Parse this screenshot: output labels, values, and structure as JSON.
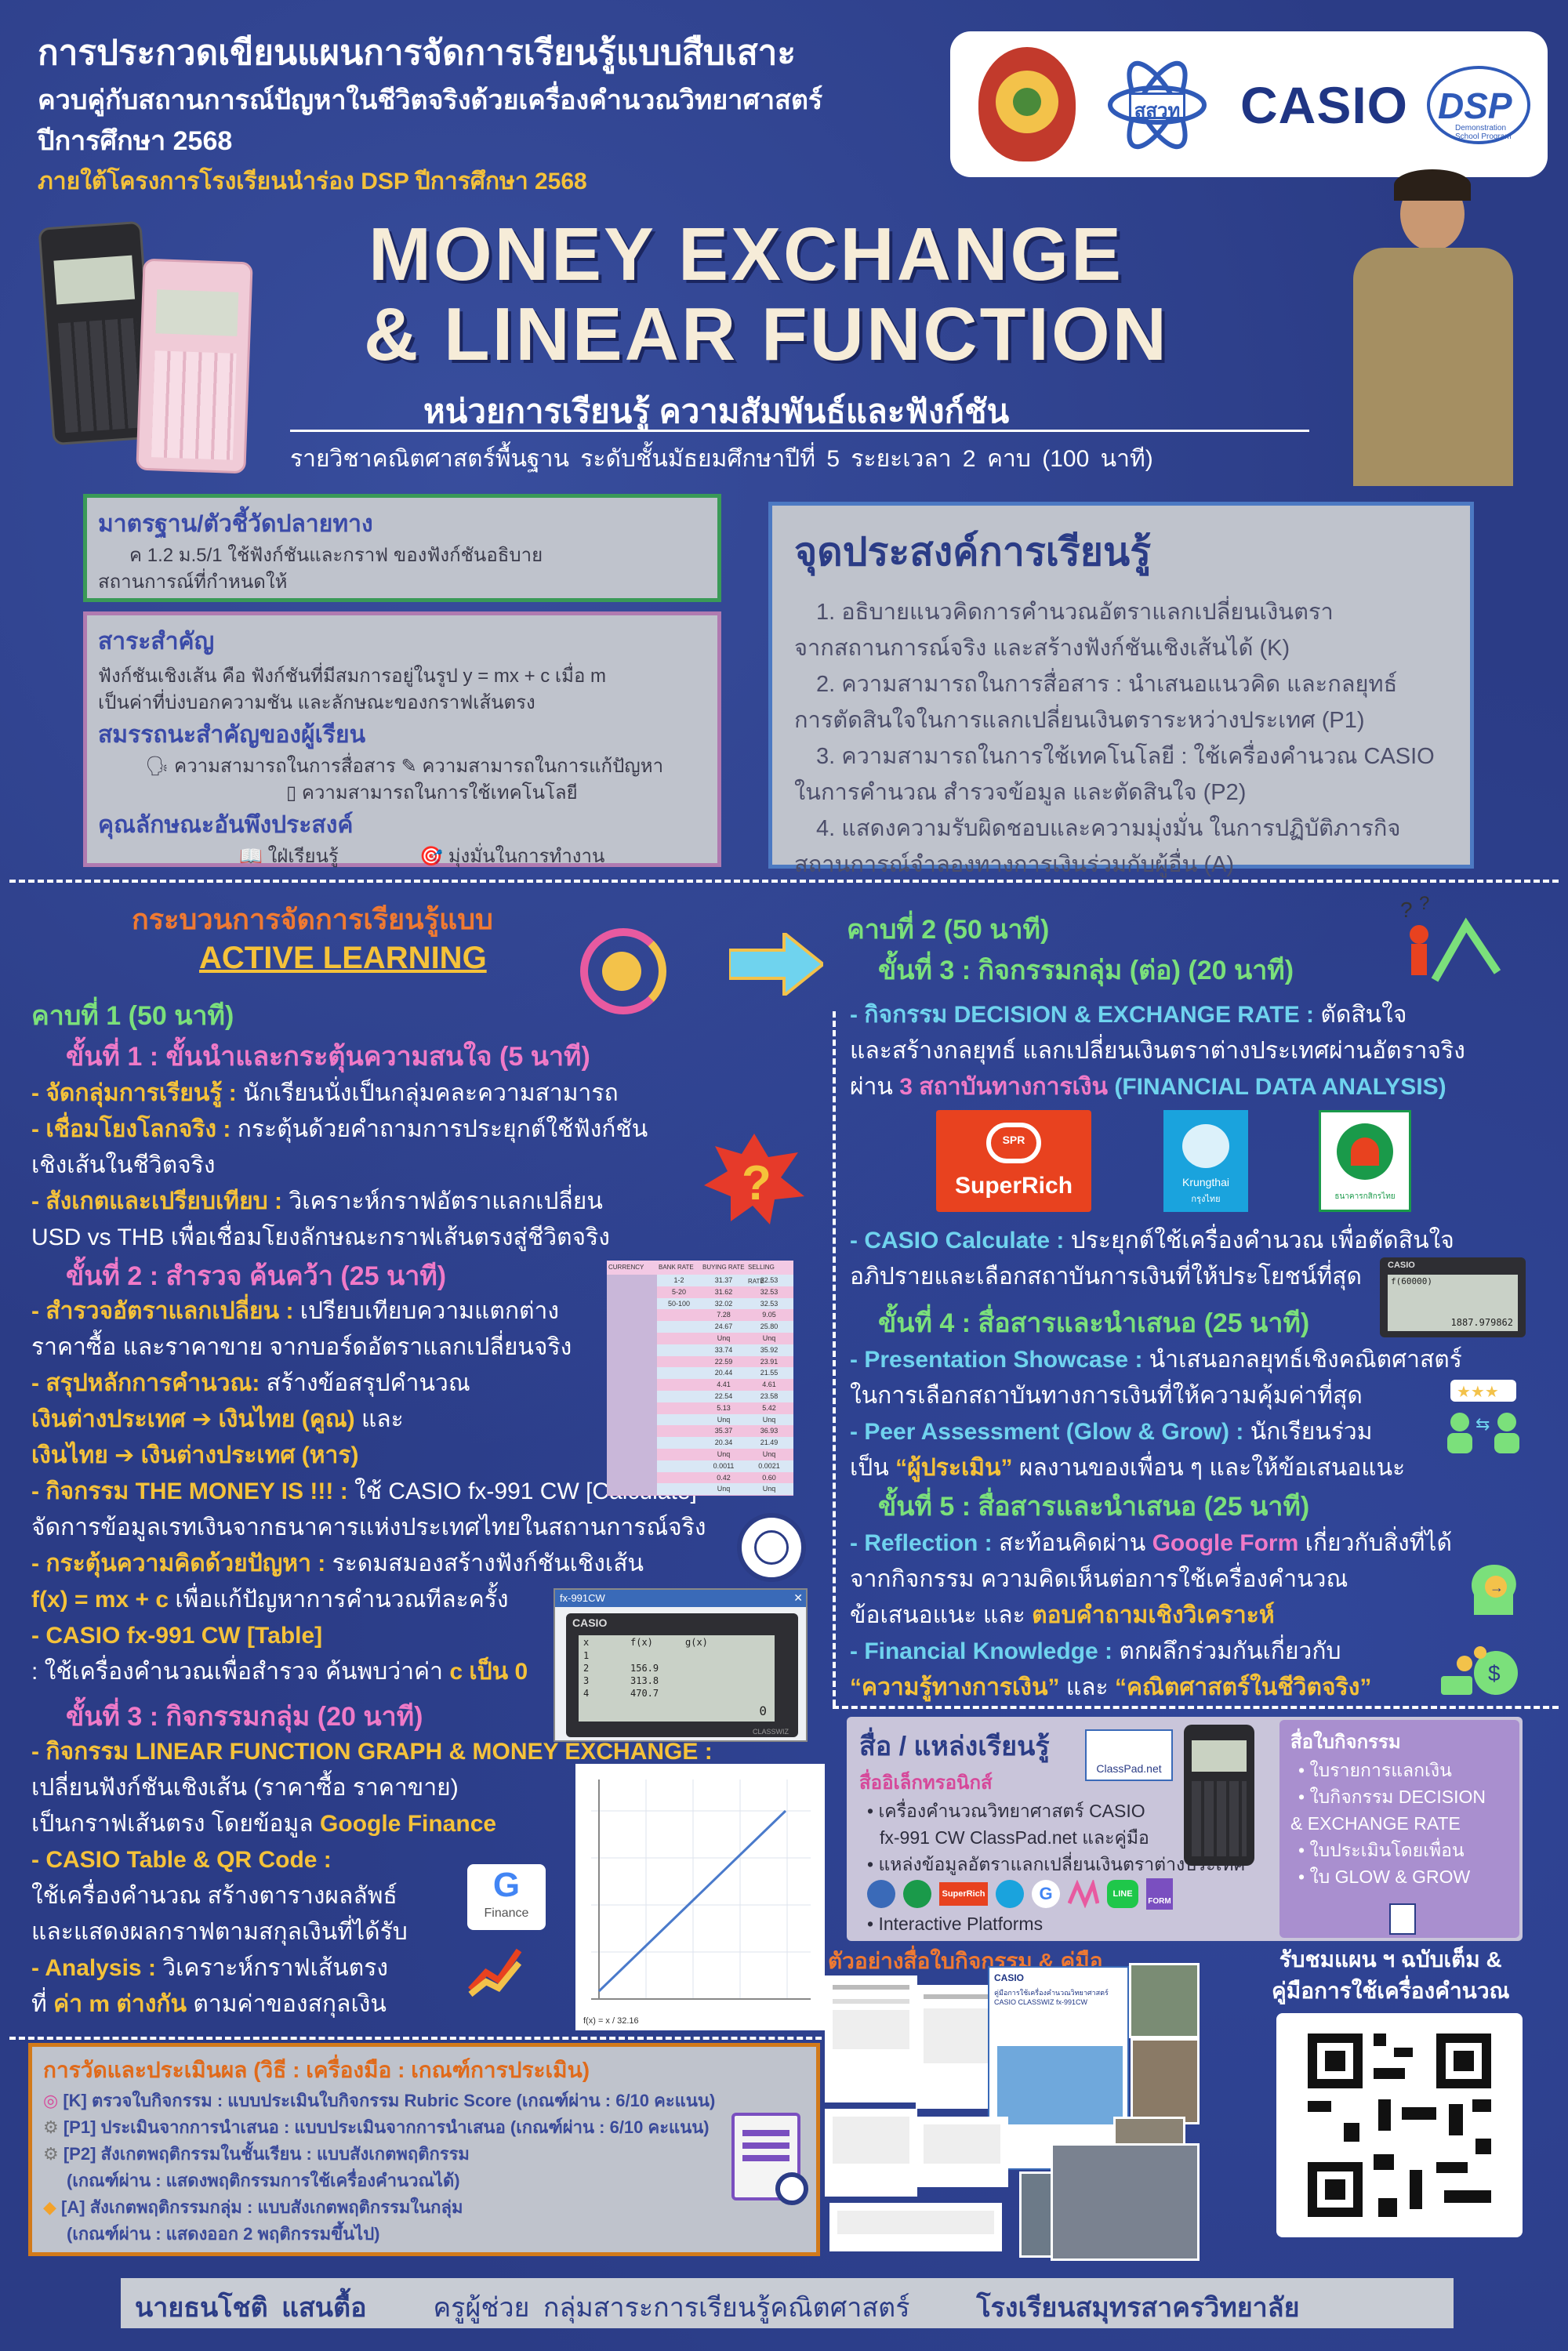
{
  "header": {
    "line1": "การประกวดเขียนแผนการจัดการเรียนรู้แบบสืบเสาะ",
    "line2": "ควบคู่กับสถานการณ์ปัญหาในชีวิตจริงด้วยเครื่องคำนวณวิทยาศาสตร์",
    "line3": "ปีการศึกษา 2568",
    "line4": "ภายใต้โครงการโรงเรียนนำร่อง DSP ปีการศึกษา 2568"
  },
  "logos": {
    "ipst": "สสวท",
    "casio": "CASIO",
    "dsp": "DSP",
    "dsp_tag": "Demonstration School Program"
  },
  "title": {
    "line1": "MONEY EXCHANGE",
    "line2": "& LINEAR FUNCTION",
    "subtitle": "หน่วยการเรียนรู้ ความสัมพันธ์และฟังก์ชัน",
    "meta": "รายวิชาคณิตศาสตร์พื้นฐาน ระดับชั้นมัธยมศึกษาปีที่ 5 ระยะเวลา 2 คาบ (100 นาที)"
  },
  "standards": {
    "title": "มาตรฐาน/ตัวชี้วัดปลายทาง",
    "line1": "ค 1.2 ม.5/1 ใช้ฟังก์ชันและกราฟ ของฟังก์ชันอธิบาย",
    "line2": "สถานการณ์ที่กำหนดให้"
  },
  "important": {
    "title": "สาระสำคัญ",
    "line1": "ฟังก์ชันเชิงเส้น คือ ฟังก์ชันที่มีสมการอยู่ในรูป y = mx + c เมื่อ m",
    "line2": "เป็นค่าที่บ่งบอกความชัน และลักษณะของกราฟเส้นตรง",
    "competency_title": "สมรรถนะสำคัญของผู้เรียน",
    "comp1": "ความสามารถในการสื่อสาร",
    "comp2": "ความสามารถในการแก้ปัญหา",
    "comp3": "ความสามารถในการใช้เทคโนโลยี",
    "attr_title": "คุณลักษณะอันพึงประสงค์",
    "attr1": "ใฝ่เรียนรู้",
    "attr2": "มุ่งมั่นในการทำงาน"
  },
  "objectives": {
    "title": "จุดประสงค์การเรียนรู้",
    "o1a": "1. อธิบายแนวคิดการคำนวณอัตราแลกเปลี่ยนเงินตรา",
    "o1b": "จากสถานการณ์จริง และสร้างฟังก์ชันเชิงเส้นได้ (K)",
    "o2a": "2. ความสามารถในการสื่อสาร : นำเสนอแนวคิด และกลยุทธ์",
    "o2b": "การตัดสินใจในการแลกเปลี่ยนเงินตราระหว่างประเทศ (P1)",
    "o3a": "3. ความสามารถในการใช้เทคโนโลยี : ใช้เครื่องคำนวณ CASIO",
    "o3b": "ในการคำนวณ สำรวจข้อมูล และตัดสินใจ (P2)",
    "o4a": "4. แสดงความรับผิดชอบและความมุ่งมั่น ในการปฏิบัติภารกิจ",
    "o4b": "สถานการณ์จำลองทางการเงินร่วมกับผู้อื่น (A)"
  },
  "process": {
    "title1": "กระบวนการจัดการเรียนรู้แบบ",
    "title2": "ACTIVE LEARNING",
    "period1": "คาบที่ 1 (50 นาที)",
    "step1": "ขั้นที่ 1 : ขั้นนำและกระตุ้นความสนใจ (5 นาที)",
    "s1a_k": "- จัดกลุ่มการเรียนรู้ :",
    "s1a_v": "นักเรียนนั่งเป็นกลุ่มคละความสามารถ",
    "s1b_k": "- เชื่อมโยงโลกจริง :",
    "s1b_v": "กระตุ้นด้วยคำถามการประยุกต์ใช้ฟังก์ชัน",
    "s1b_v2": "เชิงเส้นในชีวิตจริง",
    "s1c_k": "- สังเกตและเปรียบเทียบ :",
    "s1c_v": "วิเคราะห์กราฟอัตราแลกเปลี่ยน",
    "s1c_v2": "USD vs THB เพื่อเชื่อมโยงลักษณะกราฟเส้นตรงสู่ชีวิตจริง",
    "step2": "ขั้นที่ 2 : สำรวจ ค้นคว้า (25 นาที)",
    "s2a_k": "- สำรวจอัตราแลกเปลี่ยน :",
    "s2a_v": "เปรียบเทียบความแตกต่าง",
    "s2a_v2": "ราคาซื้อ และราคาขาย จากบอร์ดอัตราแลกเปลี่ยนจริง",
    "s2b_k": "- สรุปหลักการคำนวณ:",
    "s2b_v": "สร้างข้อสรุปคำนวณ",
    "s2b_v2": "เงินต่างประเทศ ➔ เงินไทย (คูณ)",
    "s2b_v2b": "และ",
    "s2b_v3": "เงินไทย ➔ เงินต่างประเทศ (หาร)",
    "s2c_k": "- กิจกรรม THE MONEY IS !!! :",
    "s2c_v": "ใช้ CASIO fx-991 CW [Calculate]",
    "s2c_v2": "จัดการข้อมูลเรทเงินจากธนาคารแห่งประเทศไทยในสถานการณ์จริง",
    "s2d_k": "- กระตุ้นความคิดด้วยปัญหา :",
    "s2d_v": "ระดมสมองสร้างฟังก์ชันเชิงเส้น",
    "s2d_v2a": "f(x) = mx + c",
    "s2d_v2b": "เพื่อแก้ปัญหาการคำนวณทีละครั้ง",
    "s2e_k": "- CASIO fx-991 CW [Table]",
    "s2e_v": ": ใช้เครื่องคำนวณเพื่อสำรวจ ค้นพบว่าค่า",
    "s2e_v2": "c เป็น 0",
    "step3": "ขั้นที่ 3 : กิจกรรมกลุ่ม (20 นาที)",
    "s3a_k": "- กิจกรรม LINEAR FUNCTION GRAPH & MONEY EXCHANGE :",
    "s3a_v": "เปลี่ยนฟังก์ชันเชิงเส้น (ราคาซื้อ ราคาขาย)",
    "s3a_v2a": "เป็นกราฟเส้นตรง โดยข้อมูล",
    "s3a_v2b": "Google Finance",
    "s3b_k": "- CASIO Table & QR Code :",
    "s3b_v": "ใช้เครื่องคำนวณ สร้างตารางผลลัพธ์",
    "s3b_v2": "และแสดงผลกราฟตามสกุลเงินที่ได้รับ",
    "s3c_k": "- Analysis :",
    "s3c_v": "วิเคราะห์กราฟเส้นตรง",
    "s3c_v2a": "ที่",
    "s3c_v2b": "ค่า m ต่างกัน",
    "s3c_v2c": "ตามค่าของสกุลเงิน",
    "google_finance": "Finance"
  },
  "rates_board": {
    "header": [
      "CURRENCY",
      "BANK RATE",
      "BUYING RATE",
      "SELLING RATE"
    ],
    "rows": [
      [
        "",
        "1-2",
        "31.37",
        "32.53"
      ],
      [
        "",
        "5-20",
        "31.62",
        "32.53"
      ],
      [
        "",
        "50-100",
        "32.02",
        "32.53"
      ],
      [
        "",
        "",
        "7.28",
        "9.05"
      ],
      [
        "",
        "",
        "24.67",
        "25.80"
      ],
      [
        "",
        "",
        "Unq",
        "Unq"
      ],
      [
        "",
        "",
        "33.74",
        "35.92"
      ],
      [
        "",
        "",
        "22.59",
        "23.91"
      ],
      [
        "",
        "",
        "20.44",
        "21.55"
      ],
      [
        "",
        "",
        "4.41",
        "4.61"
      ],
      [
        "",
        "",
        "22.54",
        "23.58"
      ],
      [
        "",
        "",
        "5.13",
        "5.42"
      ],
      [
        "",
        "",
        "Unq",
        "Unq"
      ],
      [
        "",
        "",
        "35.37",
        "36.93"
      ],
      [
        "",
        "",
        "20.34",
        "21.49"
      ],
      [
        "",
        "",
        "Unq",
        "Unq"
      ],
      [
        "",
        "",
        "0.0011",
        "0.0021"
      ],
      [
        "",
        "",
        "0.42",
        "0.60"
      ],
      [
        "",
        "",
        "Unq",
        "Unq"
      ]
    ]
  },
  "calc_screen": {
    "window": "fx-991CW",
    "brand": "CASIO",
    "col_x": "x",
    "col_f": "f(x)",
    "col_g": "g(x)",
    "rows": [
      [
        "1",
        "",
        ""
      ],
      [
        "2",
        "156.9",
        ""
      ],
      [
        "3",
        "313.8",
        ""
      ],
      [
        "4",
        "470.7",
        ""
      ]
    ],
    "result": "0",
    "model": "CLASSWIZ"
  },
  "graph": {
    "caption": "f(x) = x / 32.16"
  },
  "right": {
    "period2": "คาบที่ 2 (50 นาที)",
    "step3b": "ขั้นที่ 3 : กิจกรรมกลุ่ม (ต่อ) (20 นาที)",
    "r1_k": "- กิจกรรม DECISION & EXCHANGE RATE :",
    "r1_v": "ตัดสินใจ",
    "r1_v2": "และสร้างกลยุทธ์ แลกเปลี่ยนเงินตราต่างประเทศผ่านอัตราจริง",
    "r1_v3a": "ผ่าน",
    "r1_v3b": "3 สถาบันทางการเงิน",
    "r1_v3c": "(FINANCIAL DATA ANALYSIS)",
    "bank1": "SuperRich",
    "bank1_sub": "SPR",
    "bank2": "Krungthai",
    "bank2_sub": "กรุงไทย",
    "bank3": "ธนาคารกสิกรไทย",
    "r2_k": "- CASIO Calculate :",
    "r2_v": "ประยุกต์ใช้เครื่องคำนวณ เพื่อตัดสินใจ",
    "r2_v2": "อภิปรายและเลือกสถาบันการเงินที่ให้ประโยชน์ที่สุด",
    "calc2_line1": "f(60000)",
    "calc2_line2": "1887.979862",
    "step4": "ขั้นที่ 4 : สื่อสารและนำเสนอ (25 นาที)",
    "r3_k": "- Presentation Showcase :",
    "r3_v": "นำเสนอกลยุทธ์เชิงคณิตศาสตร์",
    "r3_v2": "ในการเลือกสถาบันทางการเงินที่ให้ความคุ้มค่าที่สุด",
    "r4_k": "- Peer Assessment (Glow & Grow) :",
    "r4_v": "นักเรียนร่วม",
    "r4_v2a": "เป็น",
    "r4_v2b": "“ผู้ประเมิน”",
    "r4_v2c": "ผลงานของเพื่อน ๆ และให้ข้อเสนอแนะ",
    "step5": "ขั้นที่ 5 : สื่อสารและนำเสนอ (25 นาที)",
    "r5_k": "- Reflection :",
    "r5_v": "สะท้อนคิดผ่าน",
    "r5_v_gf": "Google Form",
    "r5_v_end": "เกี่ยวกับสิ่งที่ได้",
    "r5_v2": "จากกิจกรรม ความคิดเห็นต่อการใช้เครื่องคำนวณ",
    "r5_v3a": "ข้อเสนอแนะ และ",
    "r5_v3b": "ตอบคำถามเชิงวิเคราะห์",
    "r6_k": "- Financial Knowledge :",
    "r6_v": "ตกผลึกร่วมกันเกี่ยวกับ",
    "r6_v2a": "“ความรู้ทางการเงิน”",
    "r6_v2b": "และ",
    "r6_v2c": "“คณิตศาสตร์ในชีวิตจริง”"
  },
  "media": {
    "title": "สื่อ / แหล่งเรียนรู้",
    "classpad": "ClassPad.net",
    "e_title": "สื่ออิเล็กทรอนิกส์",
    "e1": "• เครื่องคำนวณวิทยาศาสตร์ CASIO",
    "e1b": "fx-991 CW ClassPad.net และคู่มือ",
    "e2": "• แหล่งข้อมูลอัตราแลกเปลี่ยนเงินตราต่างประเทศ",
    "e3": "• Interactive Platforms",
    "sheet_title": "สื่อใบกิจกรรม",
    "sh1": "• ใบรายการแลกเงิน",
    "sh2": "• ใบกิจกรรม DECISION",
    "sh2b": "& EXCHANGE RATE",
    "sh3": "• ใบประเมินโดยเพื่อน",
    "sh4": "• ใบ GLOW & GROW",
    "line_label": "LINE",
    "form_label": "FORM",
    "spr_label": "SuperRich"
  },
  "examples": {
    "title": "ตัวอย่างสื่อใบกิจกรรม & คู่มือ",
    "doc_title": "คู่มือการใช้เครื่องคำนวณวิทยาศาสตร์ CASIO CLASSWIZ fx-991CW",
    "doc_brand": "CASIO"
  },
  "qr": {
    "title1": "รับชมแผน ฯ ฉบับเต็ม &",
    "title2": "คู่มือการใช้เครื่องคำนวณ"
  },
  "evaluation": {
    "title": "การวัดและประเมินผล (วิธี : เครื่องมือ : เกณฑ์การประเมิน)",
    "e1": "[K] ตรวจใบกิจกรรม : แบบประเมินใบกิจกรรม Rubric Score (เกณฑ์ผ่าน : 6/10 คะแนน)",
    "e2": "[P1] ประเมินจากการนำเสนอ : แบบประเมินจากการนำเสนอ (เกณฑ์ผ่าน : 6/10 คะแนน)",
    "e3": "[P2] สังเกตพฤติกรรมในชั้นเรียน : แบบสังเกตพฤติกรรม",
    "e3b": "(เกณฑ์ผ่าน : แสดงพฤติกรรมการใช้เครื่องคำนวณได้)",
    "e4": "[A] สังเกตพฤติกรรมกลุ่ม : แบบสังเกตพฤติกรรมในกลุ่ม",
    "e4b": "(เกณฑ์ผ่าน : แสดงออก 2 พฤติกรรมขึ้นไป)"
  },
  "footer": {
    "name": "นายธนโชติ แสนตื้อ",
    "role": "ครูผู้ช่วย กลุ่มสาระการเรียนรู้คณิตศาสตร์",
    "school": "โรงเรียนสมุทรสาครวิทยาลัย"
  },
  "colors": {
    "background": "#2b3c86",
    "accent_yellow": "#f5c23a",
    "accent_pink": "#f07ac8",
    "accent_cyan": "#6fd3ee",
    "accent_green": "#7be07b"
  }
}
